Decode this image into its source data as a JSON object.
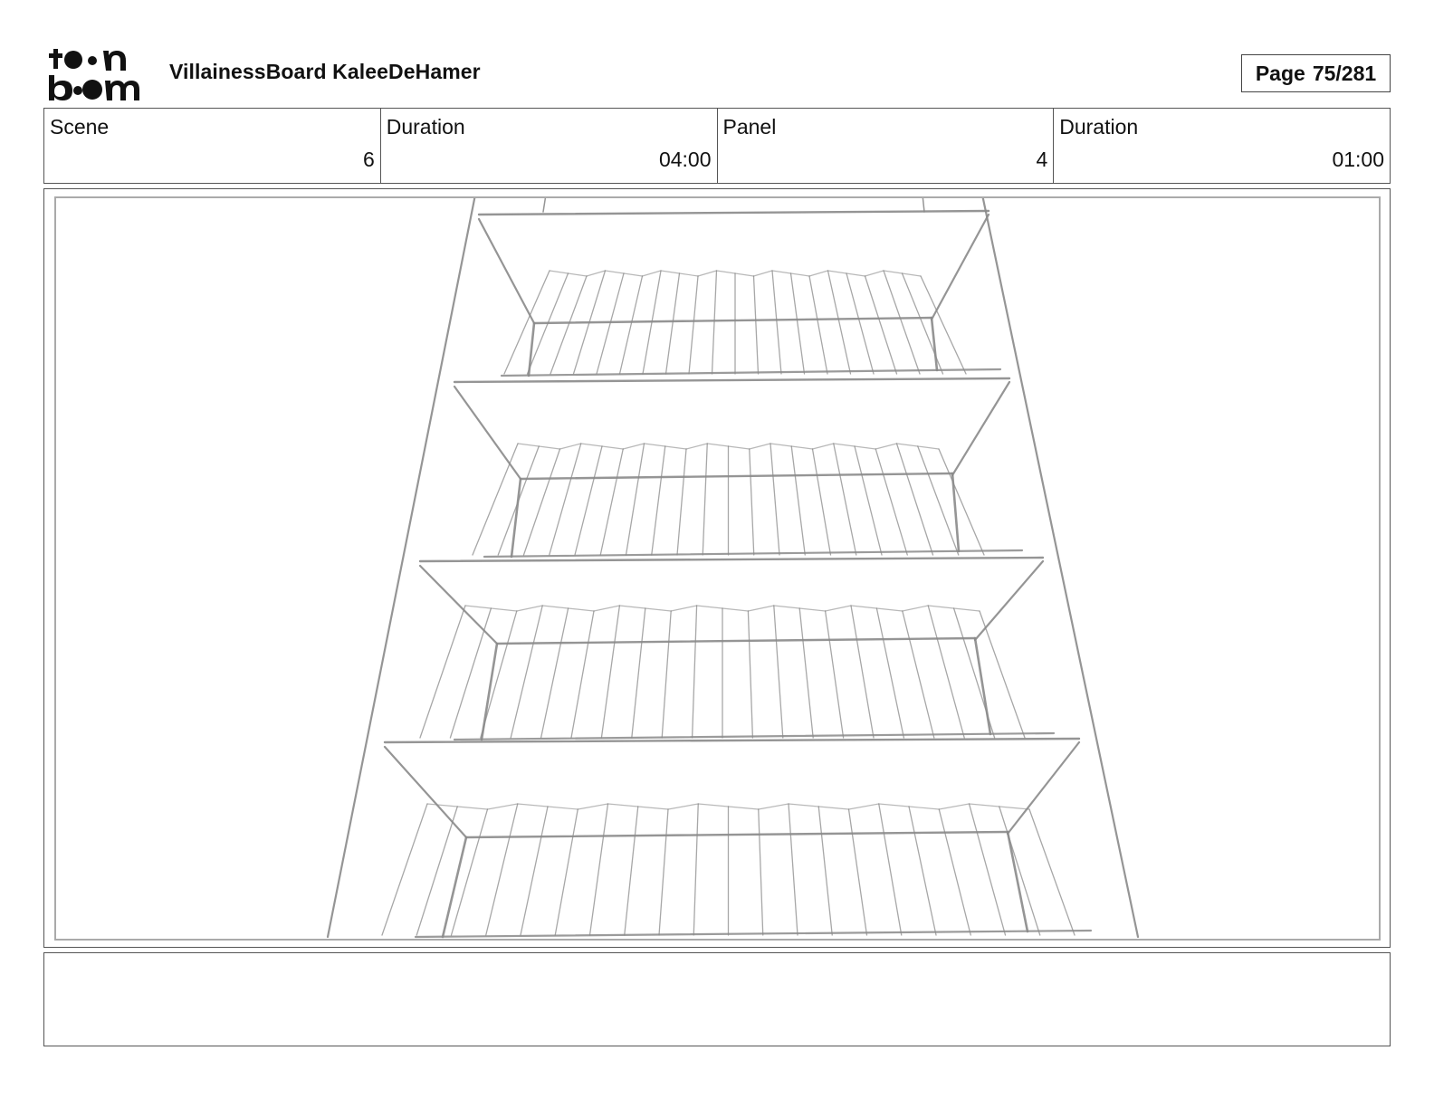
{
  "header": {
    "logo_text": "toon boom",
    "project_title": "VillainessBoard KaleeDeHamer",
    "page_label": "Page",
    "page_number": "75/281"
  },
  "info": [
    {
      "label": "Scene",
      "value": "6"
    },
    {
      "label": "Duration",
      "value": "04:00"
    },
    {
      "label": "Panel",
      "value": "4"
    },
    {
      "label": "Duration",
      "value": "01:00"
    }
  ],
  "panel": {
    "drawing": "bookshelf-sketch-icon",
    "line_color": "#8a8a8a"
  },
  "caption": {
    "text": ""
  }
}
